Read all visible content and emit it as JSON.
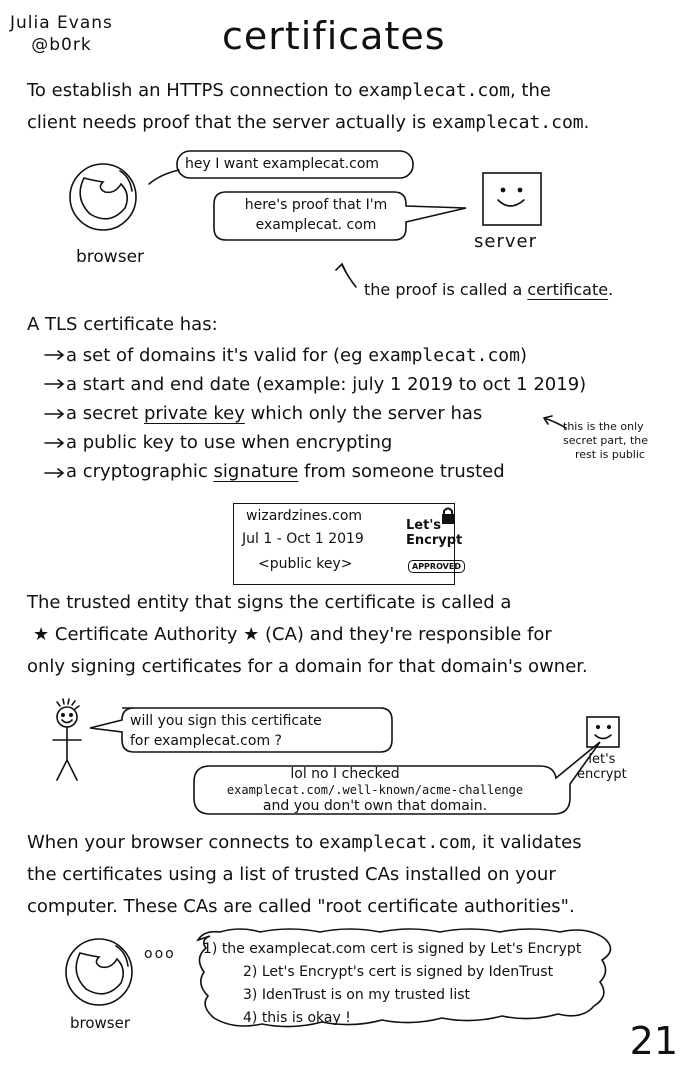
{
  "header": {
    "author_name": "Julia Evans",
    "author_handle": "@b0rk",
    "title": "certificates"
  },
  "intro": {
    "line1_a": "To establish an HTTPS connection to ",
    "line1_domain": "examplecat.com",
    "line1_b": ", the",
    "line2_a": "client needs proof that the server actually is ",
    "line2_domain": "examplecat.com",
    "line2_b": "."
  },
  "scene1": {
    "browser_label": "browser",
    "server_label": "server",
    "bubble_client": "hey I want examplecat.com",
    "bubble_server_1": "here's proof that I'm",
    "bubble_server_2": "examplecat. com",
    "proof_note_a": "the proof is called a ",
    "proof_note_term": "certificate",
    "proof_note_b": "."
  },
  "tls": {
    "heading": "A TLS certificate has:",
    "bullet1_a": "a set of domains it's valid for (eg ",
    "bullet1_domain": "examplecat.com",
    "bullet1_b": ")",
    "bullet2": "a start and end date (example: july 1 2019 to oct 1 2019)",
    "bullet3_a": "a secret ",
    "bullet3_term": "private key",
    "bullet3_b": " which only the server has",
    "bullet4": "a public key to use when encrypting",
    "bullet5_a": "a cryptographic ",
    "bullet5_term": "signature",
    "bullet5_b": " from someone trusted",
    "side_note_1": "this is the only",
    "side_note_2": "secret part, the",
    "side_note_3": "rest is public"
  },
  "cert_card": {
    "domain": "wizardzines.com",
    "dates": "Jul 1 - Oct 1 2019",
    "key": "<public key>",
    "issuer_1": "Let's",
    "issuer_2": "Encrypt",
    "stamp": "APPROVED"
  },
  "ca": {
    "line1": "The trusted entity that signs the certificate is called a",
    "line2": "Certificate Authority",
    "line2_b": " (CA) and they're responsible for",
    "line3": "only signing certificates for a domain for that domain's owner.",
    "star": "★"
  },
  "scene2": {
    "ask_1": "will you sign this certificate",
    "ask_2": "for examplecat.com ?",
    "reply_1": "lol no I checked",
    "reply_2": "examplecat.com/.well-known/acme-challenge",
    "reply_3": "and you don't own that domain.",
    "le_label_1": "let's",
    "le_label_2": "encrypt"
  },
  "validate": {
    "line1_a": "When your browser connects to ",
    "line1_domain": "examplecat.com",
    "line1_b": ", it validates",
    "line2": "the certificates using a list of trusted CAs installed on your",
    "line3": "computer. These CAs are called \"root certificate authorities\"."
  },
  "scene3": {
    "browser_label": "browser",
    "dots": "ooo",
    "step1": "1) the  examplecat.com cert is signed by Let's Encrypt",
    "step2": "2) Let's Encrypt's cert is signed by IdenTrust",
    "step3": "3) IdenTrust is on my trusted list",
    "step4": "4) this is okay !"
  },
  "page_number": "21"
}
